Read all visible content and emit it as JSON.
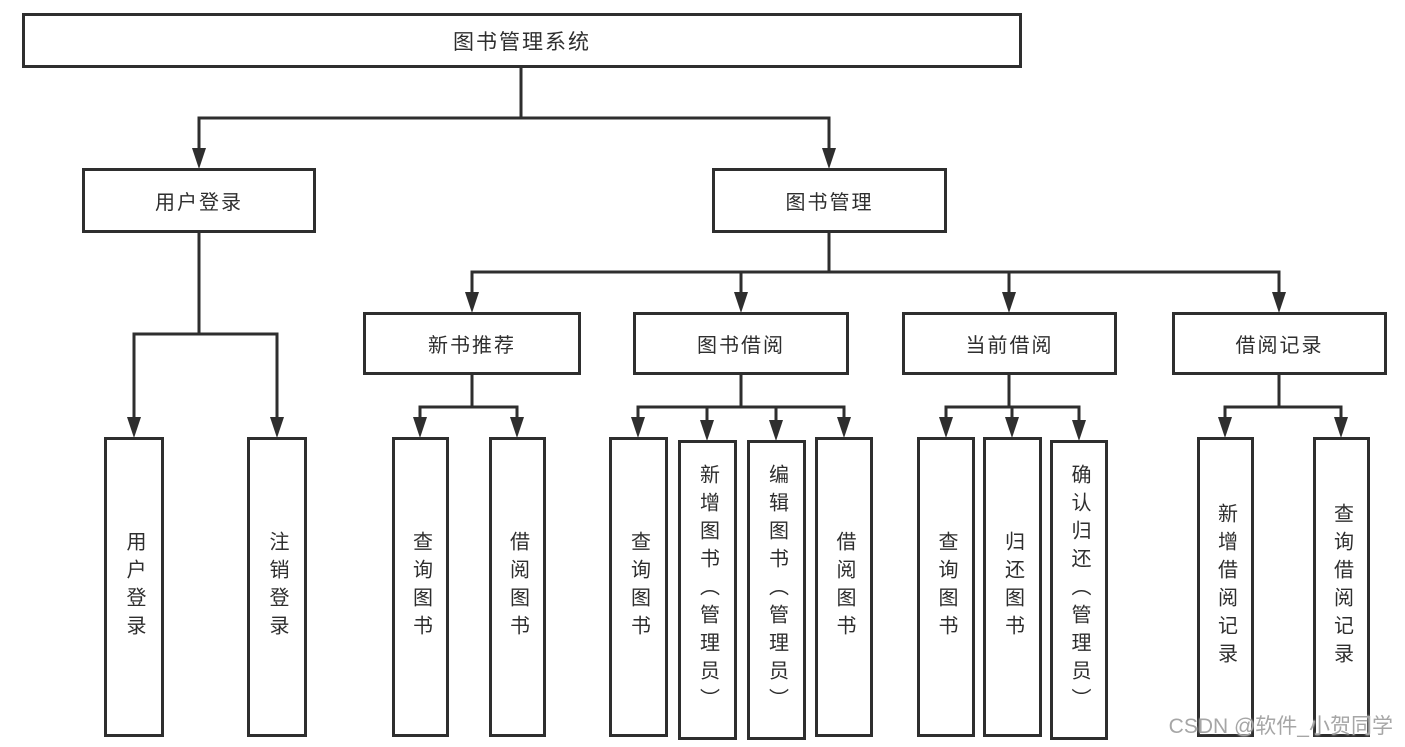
{
  "tree": {
    "label": "图书管理系统",
    "children": [
      {
        "label": "用户登录",
        "children": [
          {
            "label": "用户登录"
          },
          {
            "label": "注销登录"
          }
        ]
      },
      {
        "label": "图书管理",
        "children": [
          {
            "label": "新书推荐",
            "children": [
              {
                "label": "查询图书"
              },
              {
                "label": "借阅图书"
              }
            ]
          },
          {
            "label": "图书借阅",
            "children": [
              {
                "label": "查询图书"
              },
              {
                "label": "新增图书（管理员）"
              },
              {
                "label": "编辑图书（管理员）"
              },
              {
                "label": "借阅图书"
              }
            ]
          },
          {
            "label": "当前借阅",
            "children": [
              {
                "label": "查询图书"
              },
              {
                "label": "归还图书"
              },
              {
                "label": "确认归还（管理员）"
              }
            ]
          },
          {
            "label": "借阅记录",
            "children": [
              {
                "label": "新增借阅记录"
              },
              {
                "label": "查询借阅记录"
              }
            ]
          }
        ]
      }
    ]
  },
  "watermark": {
    "text": "CSDN @软件_小贺同学"
  },
  "colors": {
    "line": "#2e2e2e",
    "box_border": "#2e2e2e",
    "text": "#2e2e2e",
    "background": "#ffffff",
    "watermark": "#a6a6a6"
  }
}
